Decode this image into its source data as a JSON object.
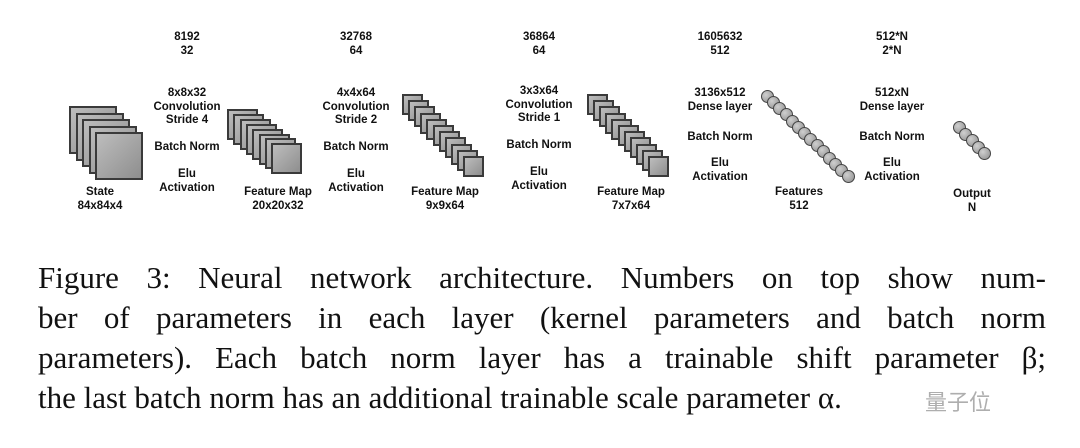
{
  "layers": [
    {
      "params_top": "8192",
      "params_bottom": "32",
      "lines": [
        "8x8x32",
        "Convolution",
        "Stride 4"
      ],
      "norm": "Batch Norm",
      "act1": "Elu",
      "act2": "Activation"
    },
    {
      "params_top": "32768",
      "params_bottom": "64",
      "lines": [
        "4x4x64",
        "Convolution",
        "Stride 2"
      ],
      "norm": "Batch Norm",
      "act1": "Elu",
      "act2": "Activation"
    },
    {
      "params_top": "36864",
      "params_bottom": "64",
      "lines": [
        "3x3x64",
        "Convolution",
        "Stride 1"
      ],
      "norm": "Batch Norm",
      "act1": "Elu",
      "act2": "Activation"
    },
    {
      "params_top": "1605632",
      "params_bottom": "512",
      "lines": [
        "3136x512",
        "Dense layer"
      ],
      "norm": "Batch Norm",
      "act1": "Elu",
      "act2": "Activation"
    },
    {
      "params_top": "512*N",
      "params_bottom": "2*N",
      "lines": [
        "512xN",
        "Dense layer"
      ],
      "norm": "Batch Norm",
      "act1": "Elu",
      "act2": "Activation"
    }
  ],
  "tensors": [
    {
      "name": "State",
      "size": "84x84x4",
      "shape": "square",
      "count": 5
    },
    {
      "name": "Feature Map",
      "size": "20x20x32",
      "shape": "square",
      "count": 8
    },
    {
      "name": "Feature Map",
      "size": "9x9x64",
      "shape": "square",
      "count": 11
    },
    {
      "name": "Feature Map",
      "size": "7x7x64",
      "shape": "square",
      "count": 11
    },
    {
      "name": "Features",
      "size": "512",
      "shape": "circle",
      "count": 14
    },
    {
      "name": "Output",
      "size": "N",
      "shape": "circle",
      "count": 5
    }
  ],
  "caption": {
    "lines": [
      "Figure 3: Neural network architecture. Numbers on top show num-",
      "ber of parameters in each layer (kernel parameters and batch norm",
      "parameters). Each batch norm layer has a trainable shift parameter β;",
      "the last batch norm has an additional trainable scale parameter α."
    ]
  },
  "watermark": "量子位"
}
